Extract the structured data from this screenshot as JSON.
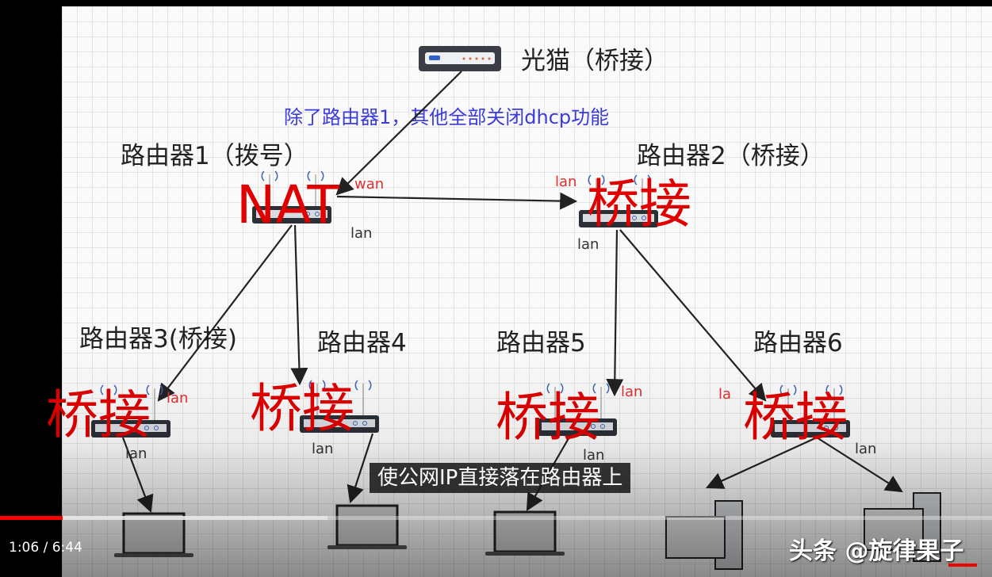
{
  "diagram": {
    "modem_label": "光猫（桥接）",
    "note": "除了路由器1，其他全部关闭dhcp功能",
    "router1": {
      "label": "路由器1（拨号）",
      "mode": "NAT",
      "wan": "wan",
      "lan": "lan"
    },
    "router2": {
      "label": "路由器2（桥接）",
      "mode": "桥接",
      "lan_in": "lan",
      "lan": "lan"
    },
    "router3": {
      "label": "路由器3(桥接)",
      "mode": "桥接",
      "lan_in": "lan",
      "lan": "lan"
    },
    "router4": {
      "label": "路由器4",
      "mode": "桥接",
      "lan": "lan"
    },
    "router5": {
      "label": "路由器5",
      "mode": "桥接",
      "lan_in": "lan",
      "lan": "lan"
    },
    "router6": {
      "label": "路由器6",
      "mode": "桥接",
      "lan_in": "la",
      "lan": "lan"
    }
  },
  "player": {
    "subtitle": "使公网IP直接落在路由器上",
    "current_time": "1:06",
    "separator": " / ",
    "duration": "6:44",
    "progress_percent": 6.3,
    "colors": {
      "played": "#ff0000",
      "mode_text": "#e00000",
      "note_text": "#3a3adf"
    }
  },
  "watermark": "头条 @旋律果子"
}
